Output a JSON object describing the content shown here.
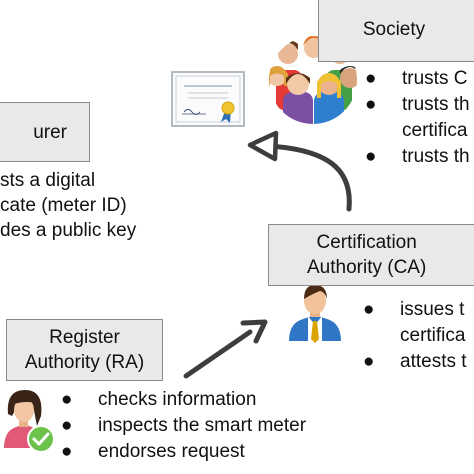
{
  "nodes": {
    "society": {
      "label": "Society"
    },
    "manufacturer": {
      "label": "urer"
    },
    "ca": {
      "line1": "Certification",
      "line2": "Authority (CA)"
    },
    "ra": {
      "line1": "Register",
      "line2": "Authority (RA)"
    }
  },
  "society_items": [
    "trusts C",
    "trusts th",
    "certifica",
    "trusts th"
  ],
  "manufacturer_items": [
    "sts a digital",
    "cate (meter ID)",
    "des a public key"
  ],
  "ca_items": [
    "issues t",
    "certifica",
    "attests t"
  ],
  "ra_items": [
    "checks information",
    "inspects the smart meter",
    "endorses request"
  ],
  "bullet_char": "●",
  "icons": {
    "certificate": "certificate-icon",
    "crowd": "people-group-icon",
    "ca_person": "businessman-icon",
    "ra_person": "verified-woman-icon"
  },
  "colors": {
    "box_fill": "#e9e9e9",
    "box_border": "#8a8a8a",
    "arrow": "#3d3d3d",
    "check": "#6cc24a"
  }
}
